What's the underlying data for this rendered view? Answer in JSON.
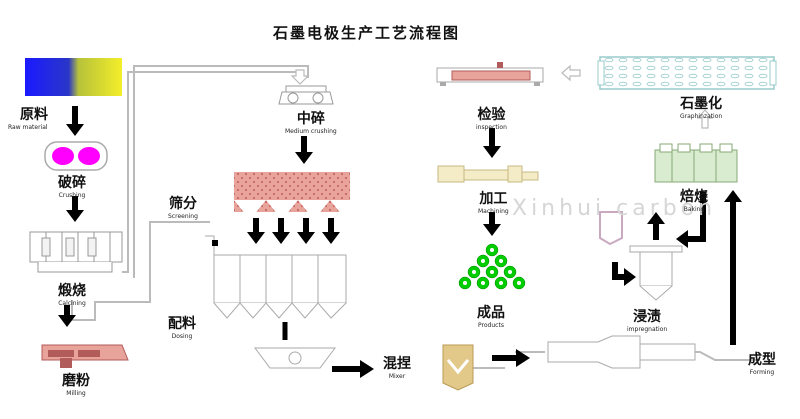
{
  "title": "石墨电极生产工艺流程图",
  "watermark": "Xinhui carbon",
  "steps": {
    "raw_material": {
      "zh": "原料",
      "en": "Raw material"
    },
    "crushing": {
      "zh": "破碎",
      "en": "Crushing"
    },
    "calcining": {
      "zh": "煅烧",
      "en": "Calcining"
    },
    "milling": {
      "zh": "磨粉",
      "en": "Milling"
    },
    "screening": {
      "zh": "筛分",
      "en": "Screening"
    },
    "dosing": {
      "zh": "配料",
      "en": "Dosing"
    },
    "medium_crushing": {
      "zh": "中碎",
      "en": "Medium crushing"
    },
    "mixer": {
      "zh": "混捏",
      "en": "Mixer"
    },
    "forming": {
      "zh": "成型",
      "en": "Forming"
    },
    "impregnation": {
      "zh": "浸渍",
      "en": "impregnation"
    },
    "baking": {
      "zh": "焙烧",
      "en": "Baking"
    },
    "graphitization": {
      "zh": "石墨化",
      "en": "Graphinzation"
    },
    "inspection": {
      "zh": "检验",
      "en": "inspection"
    },
    "machining": {
      "zh": "加工",
      "en": "Machining"
    },
    "products": {
      "zh": "成品",
      "en": "Products"
    }
  },
  "colors": {
    "arrow": "#000000",
    "magenta": "#ff00ff",
    "green": "#00cc00",
    "salmon": "#e8a49a",
    "pale_green": "#d9ecd0",
    "pale_yellow": "#f3ecc6",
    "brown_red": "#b25b5b",
    "line_gray": "#bbbbbb"
  }
}
